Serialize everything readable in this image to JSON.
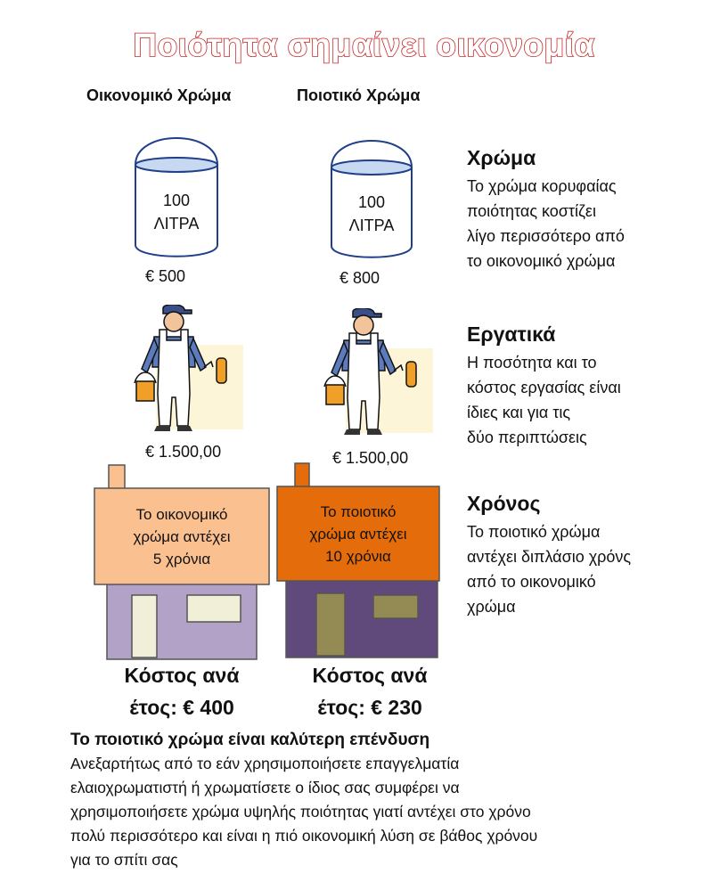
{
  "title": "Ποιότητα σημαίνει οικονομία",
  "columns": {
    "economy": {
      "heading": "Οικονομικό Χρώμα",
      "bucket_line1": "100",
      "bucket_line2": "ΛΙΤΡΑ",
      "paint_price": "€ 500",
      "labor_price": "€ 1.500,00",
      "house_text_line1": "Το οικονομικό",
      "house_text_line2": "χρώμα αντέχει",
      "house_text_line3": "5 χρόνια",
      "cost_line1": "Κόστος ανά",
      "cost_line2": "έτος: € 400"
    },
    "quality": {
      "heading": "Ποιοτικό Χρώμα",
      "bucket_line1": "100",
      "bucket_line2": "ΛΙΤΡΑ",
      "paint_price": "€ 800",
      "labor_price": "€ 1.500,00",
      "house_text_line1": "Το ποιοτικό",
      "house_text_line2": "χρώμα αντέχει",
      "house_text_line3": "10 χρόνια",
      "cost_line1": "Κόστος ανά",
      "cost_line2": "έτος: € 230"
    }
  },
  "sections": [
    {
      "heading": "Χρώμα",
      "lines": [
        "Το χρώμα κορυφαίας",
        "ποιότητας κοστίζει",
        "λίγο περισσότερο από",
        "το οικονομικό χρώμα"
      ]
    },
    {
      "heading": "Εργατικά",
      "lines": [
        "Η ποσότητα και το",
        "κόστος εργασίας είναι",
        "ίδιες και για τις",
        "δύο περιπτώσεις"
      ]
    },
    {
      "heading": "Χρόνος",
      "lines": [
        "Το ποιοτικό χρώμα",
        "αντέχει  διπλάσιο χρόνς",
        "από το οικονομικό",
        "χρώμα"
      ]
    }
  ],
  "bottom": {
    "heading": "Το ποιοτικό χρώμα είναι καλύτερη επένδυση",
    "lines": [
      "Ανεξαρτήτως από το εάν χρησιμοποιήσετε επαγγελματία",
      "ελαιοχρωματιστή ή χρωματίσετε ο ίδιος σας συμφέρει να",
      "χρησιμοποιήσετε χρώμα υψηλής ποιότητας γιατί αντέχει στο χρόνο",
      "πολύ περισσότερο και είναι η πιό οικονομική λύση σε βάθος χρόνου",
      "για το σπίτι σας"
    ]
  },
  "colors": {
    "title_outline": "#c62828",
    "economy_roof": "#fac090",
    "economy_wall": "#b3a2c7",
    "quality_roof": "#e46c0a",
    "quality_wall": "#604a7b",
    "quality_door": "#948a54",
    "bucket_outline": "#1f3f8a",
    "bucket_paint": "#c6d9f1"
  },
  "icons": [
    "paint-bucket-icon",
    "painter-icon",
    "house-icon"
  ]
}
